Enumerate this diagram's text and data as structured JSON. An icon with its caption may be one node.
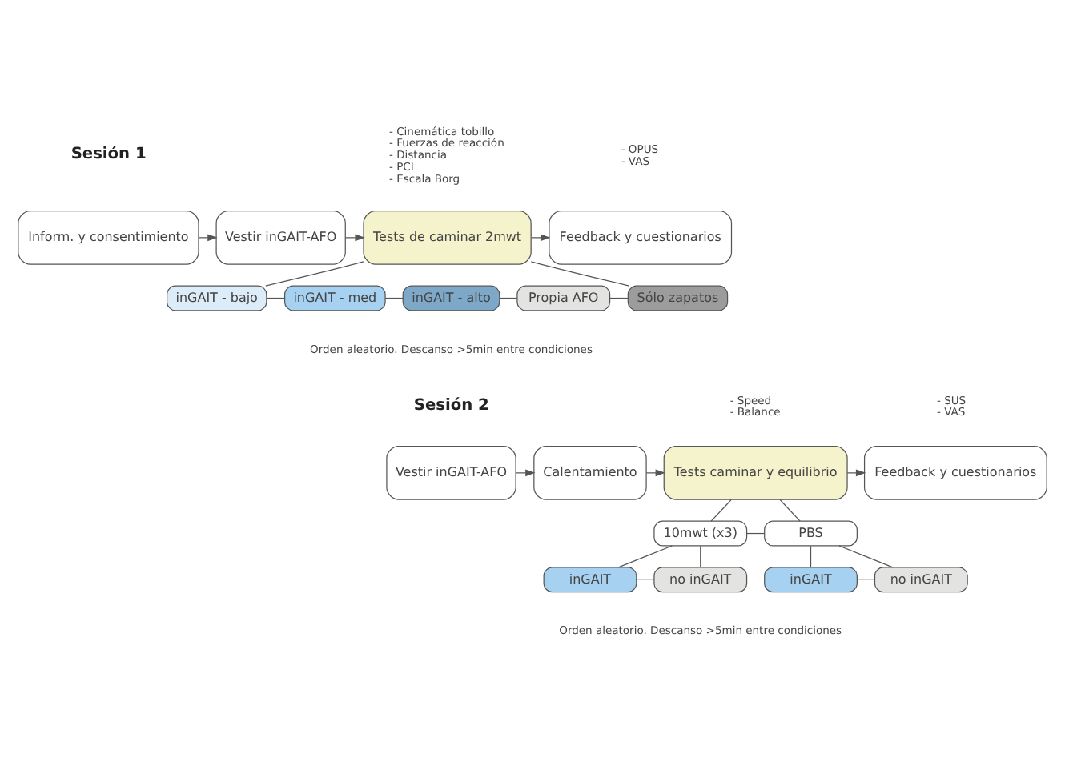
{
  "diagram": {
    "nodes": [
      {
        "text": [
          "Inform. y consentimiento"
        ]
      },
      {
        "text": [
          "Vestir inGAIT-AFO"
        ]
      },
      {
        "text": [
          "Tests de caminar 2mwt"
        ],
        "beside": [
          "- Cinemática tobillo",
          "- Fuerzas de reacción",
          "- Distancia",
          "- PCI",
          "- Escala Borg"
        ]
      },
      {
        "text": [
          "Feedback y cuestionarios"
        ],
        "beside": [
          "- OPUS",
          "- VAS"
        ]
      },
      {
        "text": [
          "inGAIT - bajo"
        ]
      },
      {
        "text": [
          "inGAIT - med"
        ]
      },
      {
        "text": [
          "inGAIT - alto"
        ]
      },
      {
        "text": [
          "Propia AFO"
        ]
      },
      {
        "text": [
          "Sólo zapatos"
        ]
      },
      {
        "text": [
          "Vestir inGAIT-AFO"
        ]
      },
      {
        "text": [
          "Calentamiento"
        ]
      },
      {
        "text": [
          "Tests caminar y equilibrio"
        ],
        "beside": [
          "- Speed",
          "- Balance"
        ]
      },
      {
        "text": [
          "Feedback y cuestionarios"
        ],
        "beside": [
          "- SUS",
          "- VAS"
        ]
      },
      {
        "text": [
          "10mwt (x3)"
        ]
      },
      {
        "text": [
          "PBS"
        ]
      },
      {
        "text": [
          "inGAIT"
        ]
      },
      {
        "text": [
          "no inGAIT"
        ]
      },
      {
        "text": [
          "inGAIT"
        ]
      },
      {
        "text": [
          "no inGAIT"
        ]
      }
    ],
    "edges": [
      {
        "from": 0,
        "to": 1,
        "arrow": "to"
      },
      {
        "from": 1,
        "to": 2,
        "arrow": "to"
      },
      {
        "from": 2,
        "to": 3,
        "arrow": "to"
      },
      {
        "from": 2,
        "to": 4,
        "arrow": "none"
      },
      {
        "from": 2,
        "to": 8,
        "arrow": "none"
      },
      {
        "from": 4,
        "to": 5,
        "arrow": "none"
      },
      {
        "from": 5,
        "to": 6,
        "arrow": "none"
      },
      {
        "from": 6,
        "to": 7,
        "arrow": "none"
      },
      {
        "from": 7,
        "to": 8,
        "arrow": "none"
      },
      {
        "from": 9,
        "to": 10,
        "arrow": "to"
      },
      {
        "from": 10,
        "to": 11,
        "arrow": "to"
      },
      {
        "from": 11,
        "to": 12,
        "arrow": "to"
      },
      {
        "from": 11,
        "to": 13,
        "arrow": "none"
      },
      {
        "from": 11,
        "to": 14,
        "arrow": "none"
      },
      {
        "from": 13,
        "to": 14,
        "arrow": "none"
      },
      {
        "from": 13,
        "to": 15,
        "arrow": "none"
      },
      {
        "from": 13,
        "to": 16,
        "arrow": "none"
      },
      {
        "from": 15,
        "to": 16,
        "arrow": "none"
      },
      {
        "from": 14,
        "to": 17,
        "arrow": "none"
      },
      {
        "from": 14,
        "to": 18,
        "arrow": "none"
      },
      {
        "from": 17,
        "to": 18,
        "arrow": "none"
      }
    ],
    "labels": [
      "Sesión 1",
      "Orden aleatorio. Descanso >5min entre condiciones",
      "Sesión 2",
      "Orden aleatorio. Descanso >5min entre condiciones"
    ]
  }
}
